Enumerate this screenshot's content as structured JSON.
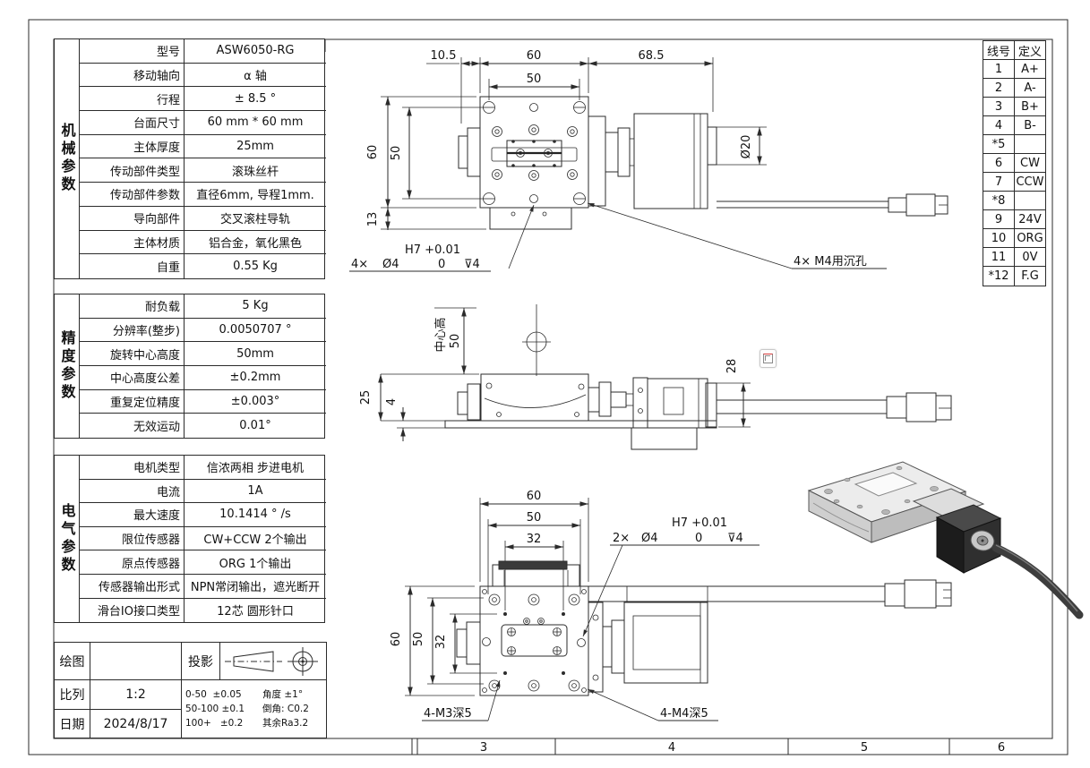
{
  "tables": {
    "mechanical": {
      "group": "机械参数",
      "rows": [
        {
          "label": "型号",
          "value": "ASW6050-RG"
        },
        {
          "label": "移动轴向",
          "value": "α 轴"
        },
        {
          "label": "行程",
          "value": "± 8.5 °"
        },
        {
          "label": "台面尺寸",
          "value": "60 mm * 60 mm"
        },
        {
          "label": "主体厚度",
          "value": "25mm"
        },
        {
          "label": "传动部件类型",
          "value": "滚珠丝杆"
        },
        {
          "label": "传动部件参数",
          "value": "直径6mm, 导程1mm."
        },
        {
          "label": "导向部件",
          "value": "交叉滚柱导轨"
        },
        {
          "label": "主体材质",
          "value": "铝合金，氧化黑色"
        },
        {
          "label": "自重",
          "value": "0.55 Kg"
        }
      ]
    },
    "precision": {
      "group": "精度参数",
      "rows": [
        {
          "label": "耐负载",
          "value": "5 Kg"
        },
        {
          "label": "分辨率(整步)",
          "value": "0.0050707 °"
        },
        {
          "label": "旋转中心高度",
          "value": "50mm"
        },
        {
          "label": "中心高度公差",
          "value": "±0.2mm"
        },
        {
          "label": "重复定位精度",
          "value": "±0.003°"
        },
        {
          "label": "无效运动",
          "value": "0.01°"
        }
      ]
    },
    "electrical": {
      "group": "电气参数",
      "rows": [
        {
          "label": "电机类型",
          "value": "信浓两相 步进电机"
        },
        {
          "label": "电流",
          "value": "1A"
        },
        {
          "label": "最大速度",
          "value": "10.1414 ° /s"
        },
        {
          "label": "限位传感器",
          "value": "CW+CCW 2个输出"
        },
        {
          "label": "原点传感器",
          "value": "ORG 1个输出"
        },
        {
          "label": "传感器输出形式",
          "value": "NPN常闭输出，遮光断开"
        },
        {
          "label": "滑台IO接口类型",
          "value": "12芯 圆形针口"
        }
      ]
    },
    "wires": {
      "col1": "线号",
      "col2": "定义",
      "rows": [
        {
          "no": "1",
          "def": "A+"
        },
        {
          "no": "2",
          "def": "A-"
        },
        {
          "no": "3",
          "def": "B+"
        },
        {
          "no": "4",
          "def": "B-"
        },
        {
          "no": "*5",
          "def": ""
        },
        {
          "no": "6",
          "def": "CW"
        },
        {
          "no": "7",
          "def": "CCW"
        },
        {
          "no": "*8",
          "def": ""
        },
        {
          "no": "9",
          "def": "24V"
        },
        {
          "no": "10",
          "def": "ORG"
        },
        {
          "no": "11",
          "def": "0V"
        },
        {
          "no": "*12",
          "def": "F.G"
        }
      ]
    }
  },
  "title_block": {
    "draw_label": "绘图",
    "draw_value": "",
    "projection_label": "投影",
    "scale_label": "比列",
    "scale_value": "1:2",
    "date_label": "日期",
    "date_value": "2024/8/17",
    "tol1": "0-50",
    "tol1v": "±0.05",
    "tol2": "50-100",
    "tol2v": "±0.1",
    "tol3": "100+",
    "tol3v": "±0.2",
    "angle": "角度 ±1°",
    "chamfer": "倒角: C0.2",
    "surface": "其余Ra3.2"
  },
  "zones": {
    "z3": "3",
    "z4": "4",
    "z5": "5",
    "z6": "6"
  },
  "top_view": {
    "dim_offset": "10.5",
    "dim_width": "60",
    "dim_motor": "68.5",
    "dim_holes": "50",
    "dim_height": "60",
    "dim_holes_v": "50",
    "dim_base": "13",
    "dim_dia": "Ø20",
    "note_fit": "H7 +0.01",
    "note_qty": "4×",
    "note_dia": "Ø4",
    "note_zero": "0",
    "note_depth": "⊽4",
    "note_cbore": "4× M4用沉孔"
  },
  "front_view": {
    "center_height_label": "中心高",
    "center_height": "50",
    "dim_thickness": "25",
    "dim_base": "4",
    "dim_motor": "28"
  },
  "bottom_view": {
    "dim_w1": "60",
    "dim_w2": "50",
    "dim_w3": "32",
    "dim_h1": "60",
    "dim_h2": "50",
    "dim_h3": "32",
    "note_fit": "H7 +0.01",
    "note_qty": "2×",
    "note_dia": "Ø4",
    "note_zero": "0",
    "note_depth": "⊽4",
    "note_m3": "4-M3深5",
    "note_m4": "4-M4深5"
  }
}
